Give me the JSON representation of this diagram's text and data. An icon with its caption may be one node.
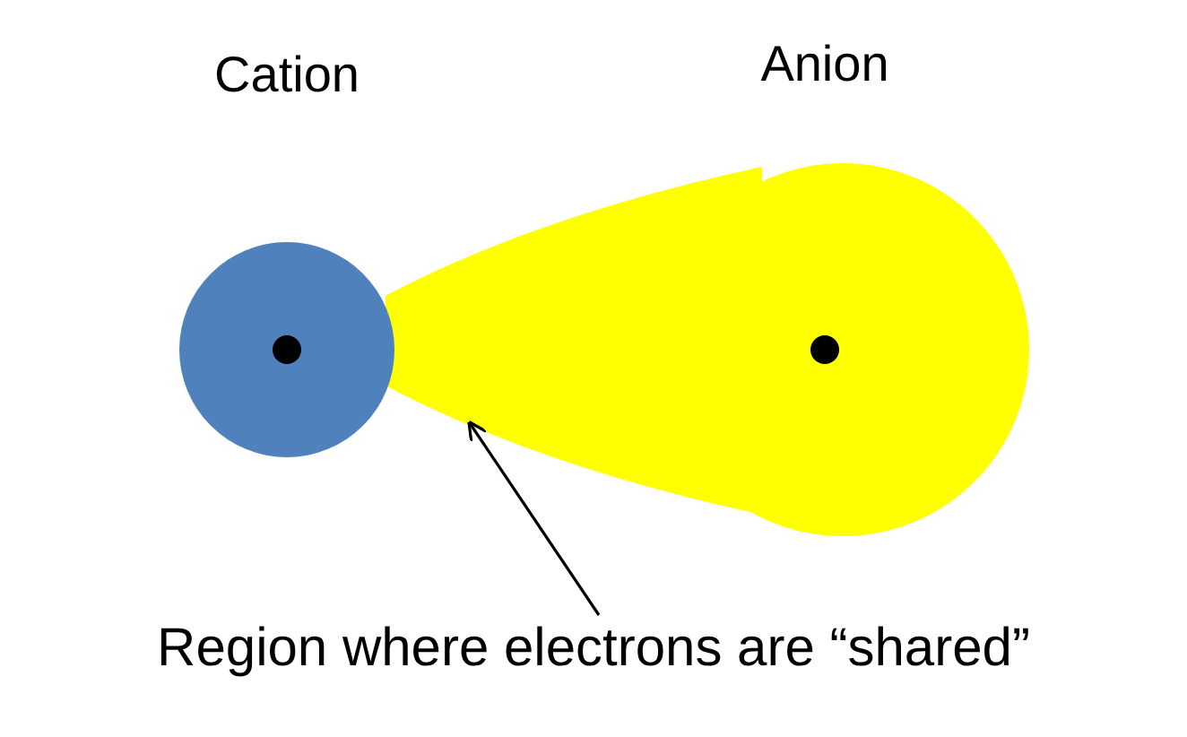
{
  "diagram": {
    "nodes": [
      {
        "text": [
          "Cation"
        ]
      },
      {
        "text": [
          "Anion"
        ]
      },
      {
        "text": [
          "Region where electrons are “shared”"
        ]
      }
    ],
    "edges": [
      {
        "from": 2,
        "to": 1,
        "arrow": "to"
      }
    ]
  }
}
